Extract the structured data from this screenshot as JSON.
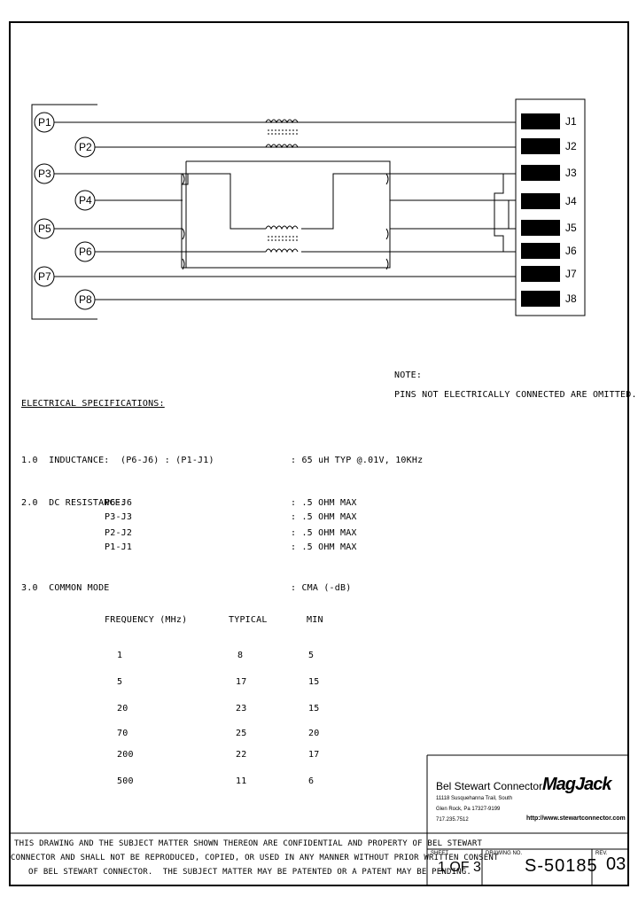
{
  "schematic": {
    "left_pins": [
      "P1",
      "P2",
      "P3",
      "P4",
      "P5",
      "P6",
      "P7",
      "P8"
    ],
    "right_pins": [
      "J1",
      "J2",
      "J3",
      "J4",
      "J5",
      "J6",
      "J7",
      "J8"
    ]
  },
  "note": {
    "title": "NOTE:",
    "text": "PINS NOT ELECTRICALLY CONNECTED ARE OMITTED."
  },
  "specs": {
    "heading": "ELECTRICAL SPECIFICATIONS:",
    "inductance": {
      "label": "1.0  INDUCTANCE:  (P6-J6) : (P1-J1)",
      "value": ": 65 uH TYP @.01V, 10KHz"
    },
    "dc_resistance": {
      "label": "2.0  DC RESISTANCE:",
      "rows": [
        {
          "pair": "P6-J6",
          "value": ": .5 OHM MAX"
        },
        {
          "pair": "P3-J3",
          "value": ": .5 OHM MAX"
        },
        {
          "pair": "P2-J2",
          "value": ": .5 OHM MAX"
        },
        {
          "pair": "P1-J1",
          "value": ": .5 OHM MAX"
        }
      ]
    },
    "common_mode": {
      "label": "3.0  COMMON MODE",
      "value": ": CMA (-dB)",
      "headers": [
        "FREQUENCY (MHz)",
        "TYPICAL",
        "MIN"
      ],
      "rows": [
        [
          "1",
          "8",
          "5"
        ],
        [
          "5",
          "17",
          "15"
        ],
        [
          "20",
          "23",
          "15"
        ],
        [
          "70",
          "25",
          "20"
        ],
        [
          "200",
          "22",
          "17"
        ],
        [
          "500",
          "11",
          "6"
        ]
      ]
    }
  },
  "confidential": [
    "THIS DRAWING AND THE SUBJECT MATTER SHOWN THEREON ARE CONFIDENTIAL AND PROPERTY OF BEL STEWART",
    "CONNECTOR AND SHALL NOT BE REPRODUCED, COPIED, OR USED IN ANY MANNER WITHOUT PRIOR WRITTEN CONSENT",
    "OF BEL STEWART CONNECTOR.  THE SUBJECT MATTER MAY BE PATENTED OR A PATENT MAY BE PENDING."
  ],
  "title_block": {
    "company": "Bel Stewart Connector",
    "address1": "11118 Susquehanna Trail, South",
    "address2": "Glen Rock, Pa 17327-9199",
    "phone": "717.235.7512",
    "logo": "MagJack",
    "url": "http://www.stewartconnector.com",
    "sheet_label": "SHEET",
    "sheet_value": "1 OF 3",
    "drawing_label": "DRAWING NO.",
    "drawing_value": "S-50185",
    "rev_label": "REV.",
    "rev_value": "03"
  }
}
